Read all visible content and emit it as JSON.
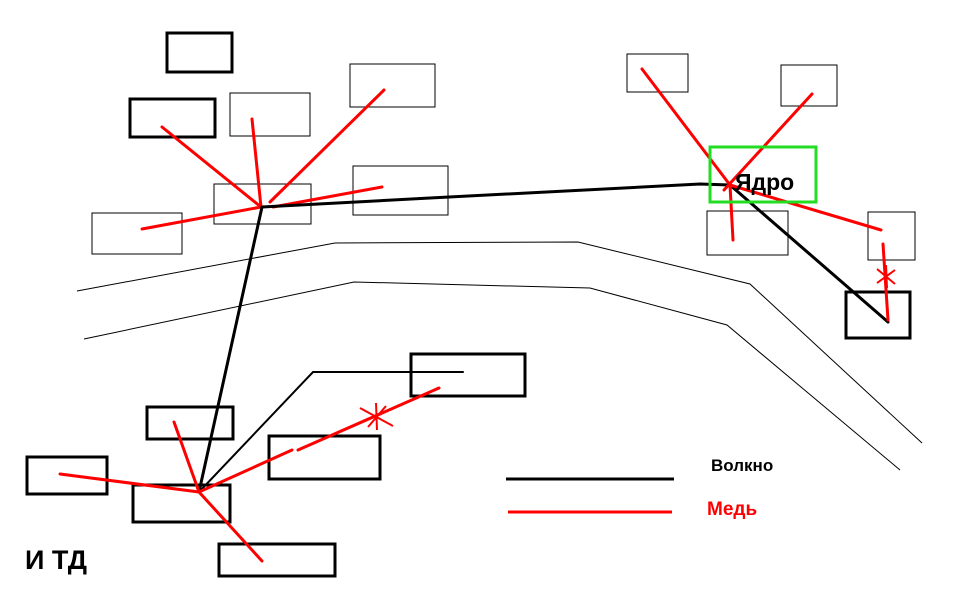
{
  "diagram": {
    "core_label": "Ядро",
    "etc_label": "И ТД",
    "legend": {
      "fiber_label": "Волкно",
      "copper_label": "Медь"
    },
    "colors": {
      "fiber": "#000000",
      "copper": "#ff0000",
      "core": "#22dd22",
      "node": "#000000",
      "background": "#ffffff"
    }
  }
}
